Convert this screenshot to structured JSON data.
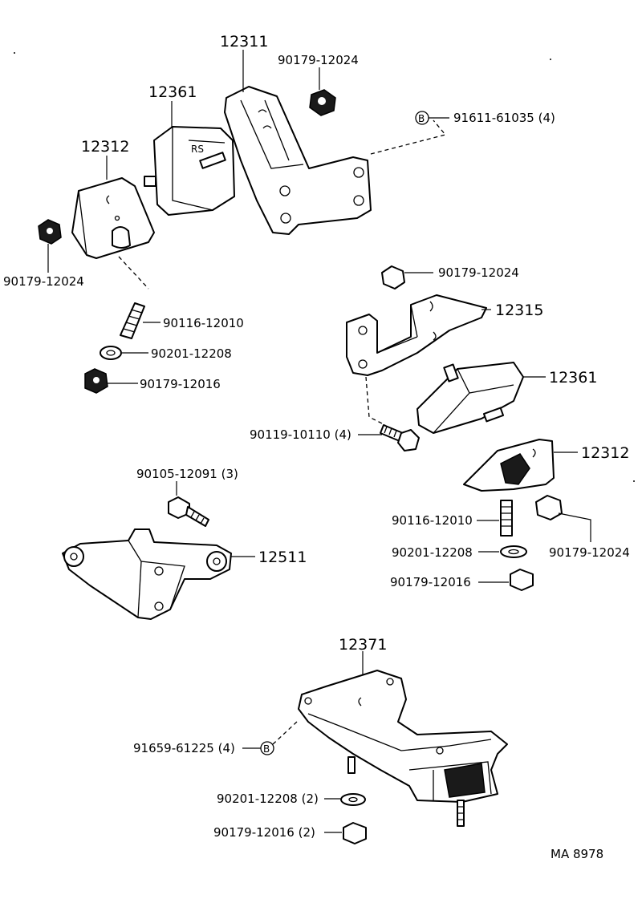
{
  "labels": {
    "p12311": "12311",
    "p12361_top": "12361",
    "p12312_top": "12312",
    "p90179_12024_top": "90179-12024",
    "p90179_12024_left": "90179-12024",
    "p91611": "91611-61035 (4)",
    "p90116_12010_top": "90116-12010",
    "p90201_12208_top": "90201-12208",
    "p90179_12016_top": "90179-12016",
    "p90179_12024_mid": "90179-12024",
    "p12315": "12315",
    "p12361_mid": "12361",
    "p90119": "90119-10110 (4)",
    "p12312_mid": "12312",
    "p90105": "90105-12091 (3)",
    "p12511": "12511",
    "p90116_12010_mid": "90116-12010",
    "p90201_12208_mid": "90201-12208",
    "p90179_12024_right": "90179-12024",
    "p90179_12016_mid": "90179-12016",
    "p12371": "12371",
    "p91659": "91659-61225 (4)",
    "p90201_12208_bot": "90201-12208 (2)",
    "p90179_12016_bot": "90179-12016 (2)",
    "badge_b1": "B",
    "badge_b2": "B",
    "footer": "MA  8978"
  }
}
